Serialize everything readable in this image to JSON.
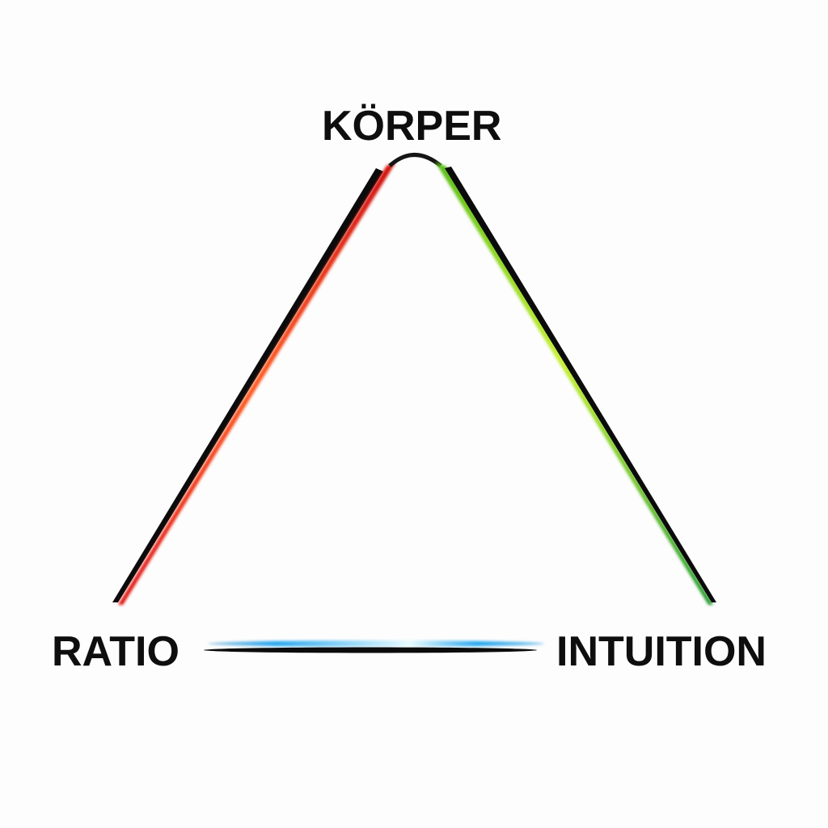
{
  "labels": {
    "top": "KÖRPER",
    "left": "RATIO",
    "right": "INTUITION"
  },
  "colors": {
    "left_edge": "#ff3b1a",
    "right_edge": "#6fd21e",
    "bottom_edge": "#22aaf0",
    "shadow": "#0b0b0b"
  }
}
